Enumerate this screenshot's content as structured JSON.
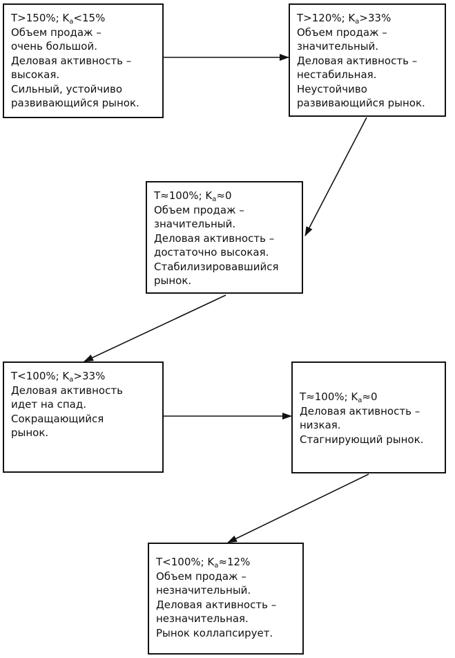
{
  "nodes": [
    {
      "id": "n1",
      "header": {
        "pre": "T>150%; K",
        "sub": "a",
        "post": "<15%"
      },
      "lines": [
        "Объем продаж –",
        "очень большой.",
        "Деловая активность –",
        "высокая.",
        "Сильный, устойчиво",
        "развивающийся рынок."
      ]
    },
    {
      "id": "n2",
      "header": {
        "pre": "T>120%; K",
        "sub": "a",
        "post": ">33%"
      },
      "lines": [
        "Объем продаж –",
        "значительный.",
        "Деловая активность –",
        "нестабильная.",
        "Неустойчиво",
        "развивающийся рынок."
      ]
    },
    {
      "id": "n3",
      "header": {
        "pre": "T≈100%; K",
        "sub": "a",
        "post": "≈0"
      },
      "lines": [
        "Объем продаж –",
        "значительный.",
        "Деловая активность –",
        "достаточно высокая.",
        "Стабилизировавшийся",
        "рынок."
      ]
    },
    {
      "id": "n4",
      "header": {
        "pre": "T<100%; K",
        "sub": "a",
        "post": ">33%"
      },
      "lines": [
        "Деловая активность",
        "идет на спад.",
        "Сокращающийся",
        "рынок."
      ]
    },
    {
      "id": "n5",
      "header": {
        "pre": "T≈100%; K",
        "sub": "a",
        "post": "≈0"
      },
      "lines": [
        "Деловая активность –",
        "низкая.",
        "Стагнирующий рынок."
      ]
    },
    {
      "id": "n6",
      "header": {
        "pre": "T<100%; K",
        "sub": "a",
        "post": "≈12%"
      },
      "lines": [
        "Объем продаж –",
        "незначительный.",
        "Деловая активность –",
        "незначительная.",
        "Рынок коллапсирует."
      ]
    }
  ],
  "edges": [
    {
      "from": "n1",
      "to": "n2"
    },
    {
      "from": "n2",
      "to": "n3"
    },
    {
      "from": "n3",
      "to": "n4"
    },
    {
      "from": "n4",
      "to": "n5"
    },
    {
      "from": "n5",
      "to": "n6"
    }
  ]
}
